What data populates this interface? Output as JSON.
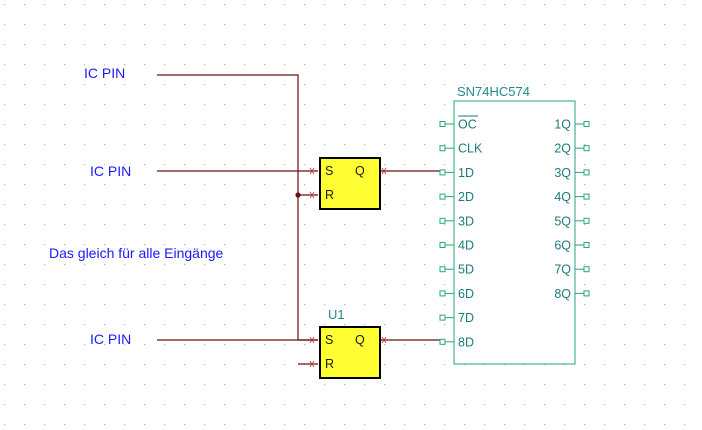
{
  "labels": {
    "ic_pin_1": "IC PIN",
    "ic_pin_2": "IC PIN",
    "ic_pin_3": "IC PIN",
    "note": "Das gleich für alle Eingänge"
  },
  "ic": {
    "name": "SN74HC574",
    "left_pins": [
      "OC",
      "CLK",
      "1D",
      "2D",
      "3D",
      "4D",
      "5D",
      "6D",
      "7D",
      "8D"
    ],
    "right_pins": [
      "1Q",
      "2Q",
      "3Q",
      "4Q",
      "5Q",
      "6Q",
      "7Q",
      "8Q"
    ]
  },
  "flipflops": [
    {
      "ref": "",
      "s": "S",
      "q": "Q",
      "r": "R"
    },
    {
      "ref": "U1",
      "s": "S",
      "q": "Q",
      "r": "R"
    }
  ],
  "colors": {
    "wire": "#6b1010",
    "ff_fill": "#ffff33",
    "ic_outline": "#2aa57a",
    "label_blue": "#1a1aff",
    "label_teal": "#1f8a8a"
  }
}
